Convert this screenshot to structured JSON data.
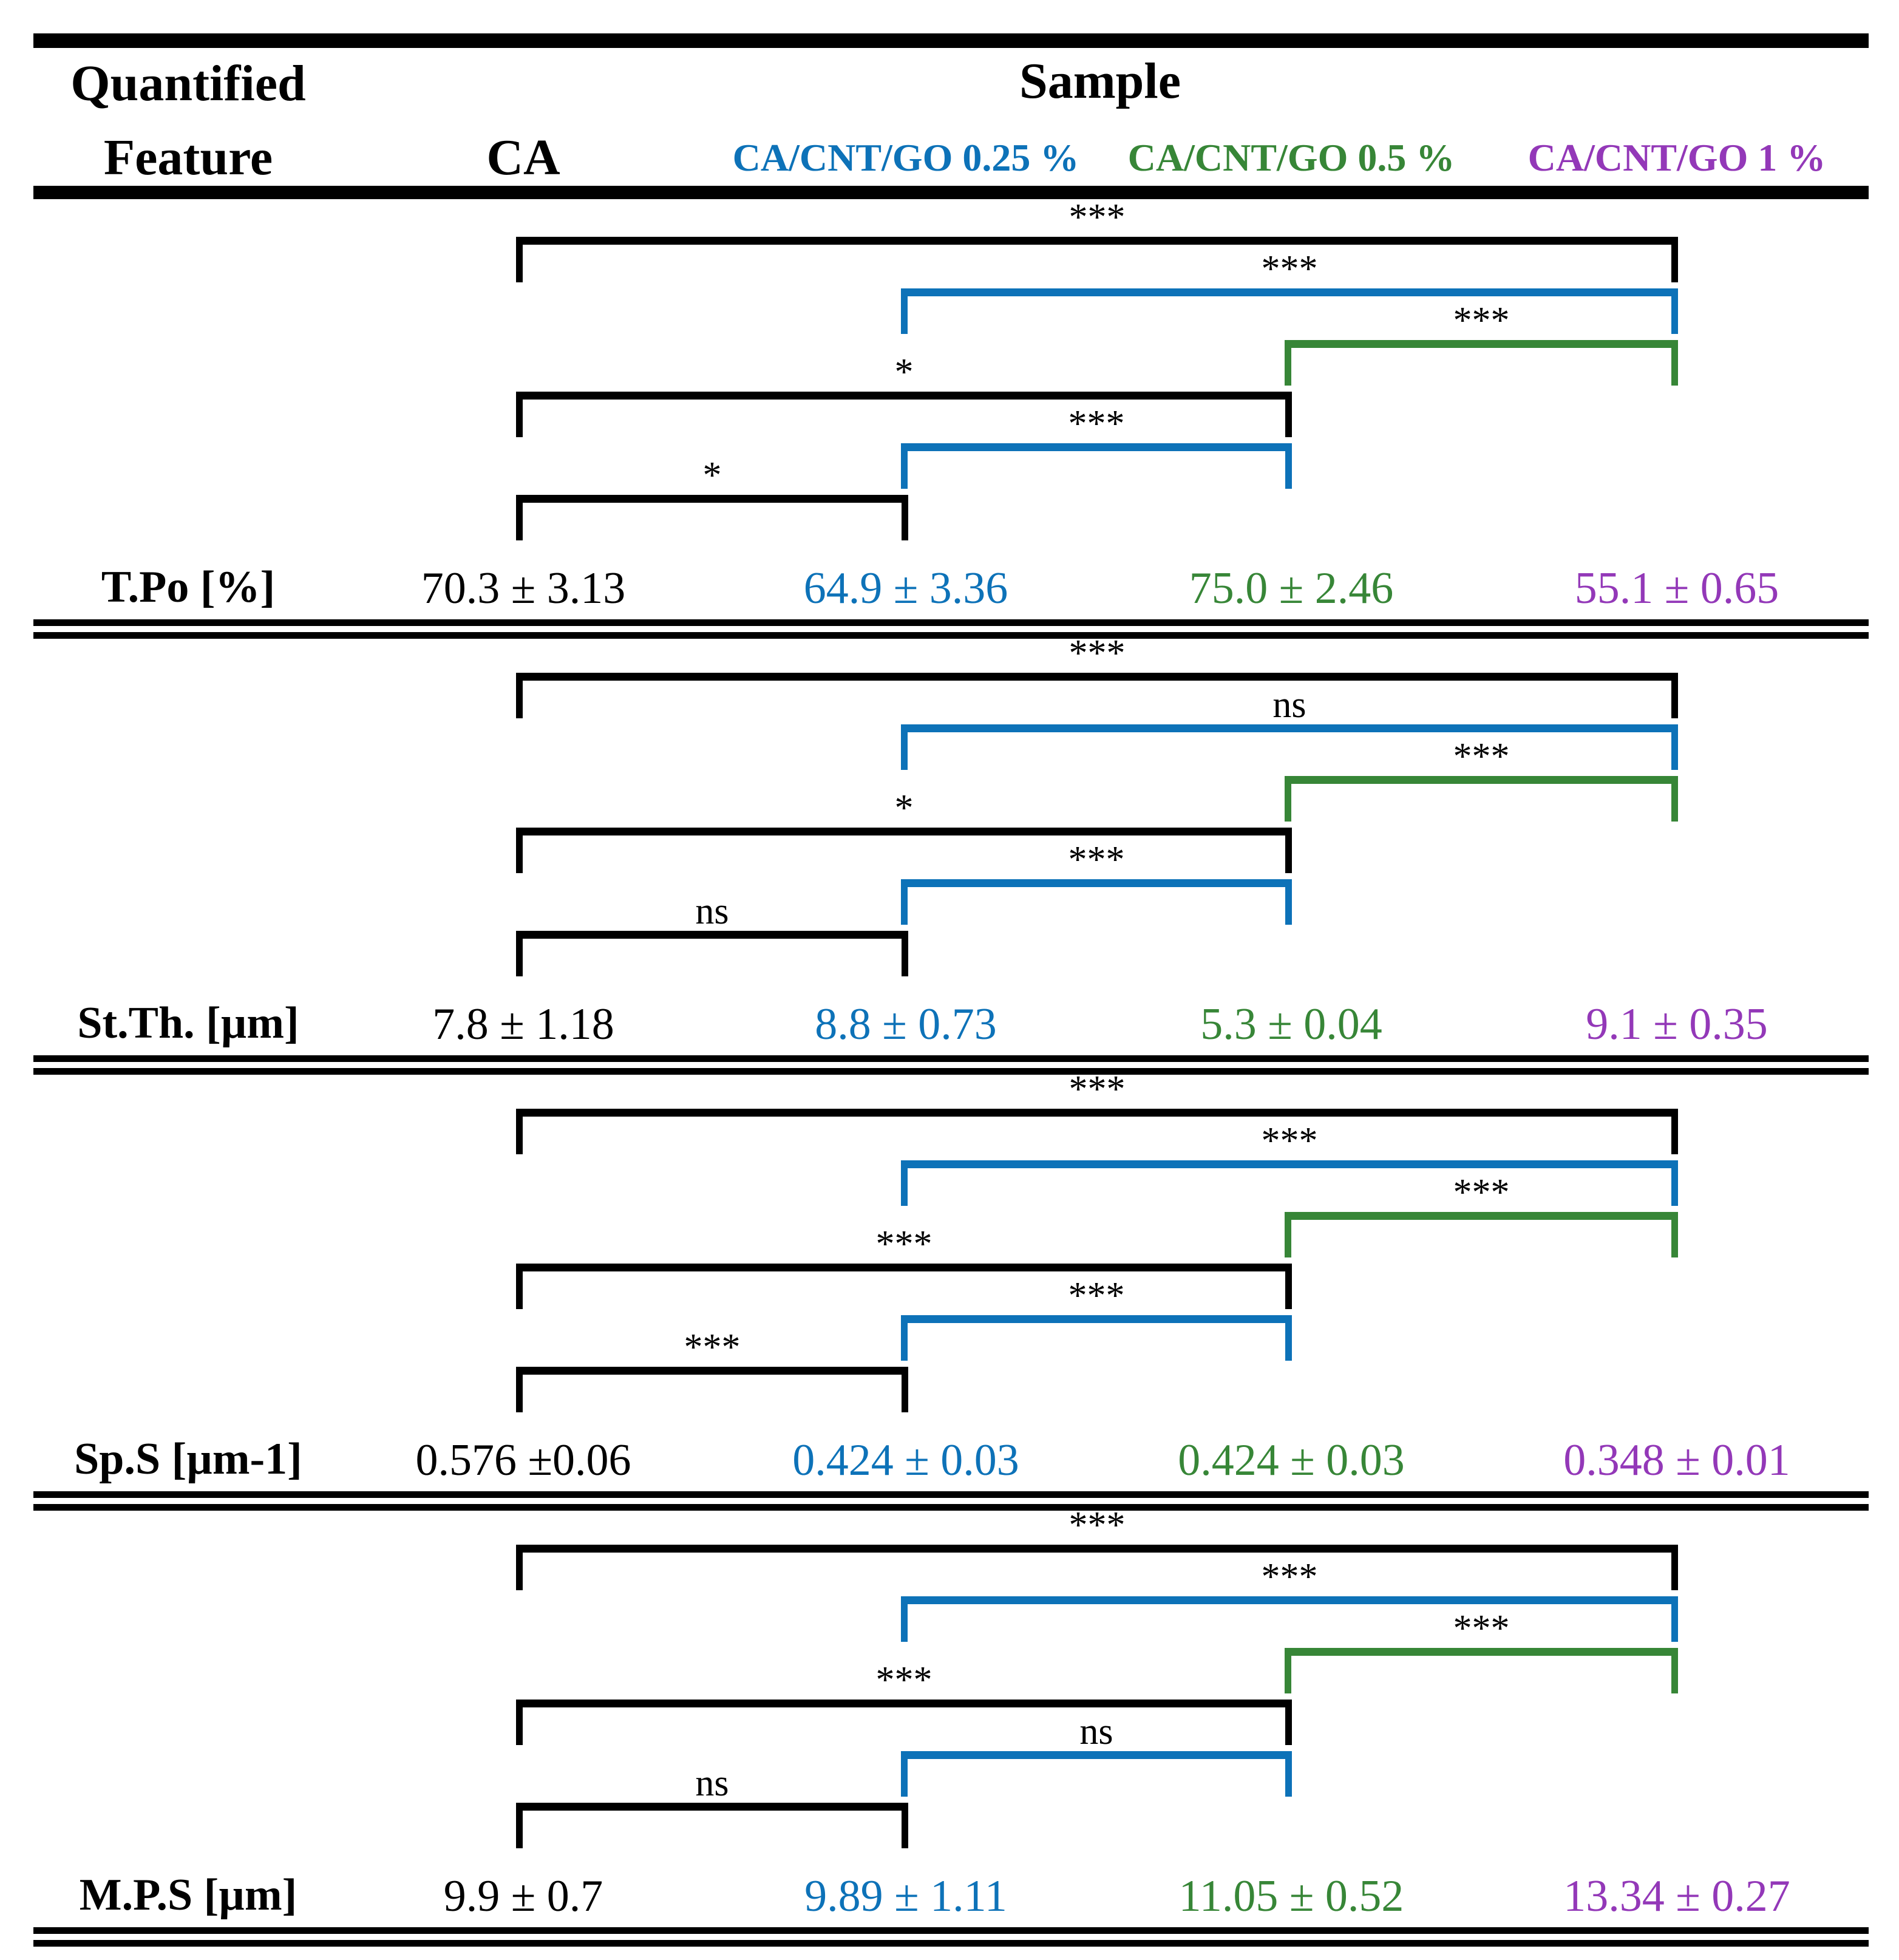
{
  "figure": {
    "header": {
      "feature_line1": "Quantified",
      "feature_line2": "Feature",
      "sample_group_label": "Sample",
      "columns": [
        {
          "label": "CA",
          "color": "#000000"
        },
        {
          "label": "CA/CNT/GO 0.25 %",
          "color": "#0D72B8"
        },
        {
          "label": "CA/CNT/GO 0.5 %",
          "color": "#378637"
        },
        {
          "label": "CA/CNT/GO 1 %",
          "color": "#9338B8"
        }
      ]
    },
    "bracket_colors": {
      "black": "#000000",
      "blue": "#0D72B8",
      "green": "#378637"
    },
    "sections": [
      {
        "feature": "T.Po [%]",
        "values": [
          "70.3 ± 3.13",
          "64.9 ± 3.36",
          "75.0 ± 2.46",
          "55.1 ± 0.65"
        ],
        "brackets": [
          {
            "between": [
              "CA",
              "CA/CNT/GO 1 %"
            ],
            "label": "***"
          },
          {
            "between": [
              "CA/CNT/GO 0.25 %",
              "CA/CNT/GO 1 %"
            ],
            "label": "***"
          },
          {
            "between": [
              "CA/CNT/GO 0.5 %",
              "CA/CNT/GO 1 %"
            ],
            "label": "***"
          },
          {
            "between": [
              "CA",
              "CA/CNT/GO 0.5 %"
            ],
            "label": "*"
          },
          {
            "between": [
              "CA/CNT/GO 0.25 %",
              "CA/CNT/GO 0.5 %"
            ],
            "label": "***"
          },
          {
            "between": [
              "CA",
              "CA/CNT/GO 0.25 %"
            ],
            "label": "*"
          }
        ]
      },
      {
        "feature": "St.Th. [µm]",
        "values": [
          "7.8 ± 1.18",
          "8.8 ± 0.73",
          "5.3 ± 0.04",
          "9.1 ± 0.35"
        ],
        "brackets": [
          {
            "between": [
              "CA",
              "CA/CNT/GO 1 %"
            ],
            "label": "***"
          },
          {
            "between": [
              "CA/CNT/GO 0.25 %",
              "CA/CNT/GO 1 %"
            ],
            "label": "ns"
          },
          {
            "between": [
              "CA/CNT/GO 0.5 %",
              "CA/CNT/GO 1 %"
            ],
            "label": "***"
          },
          {
            "between": [
              "CA",
              "CA/CNT/GO 0.5 %"
            ],
            "label": "*"
          },
          {
            "between": [
              "CA/CNT/GO 0.25 %",
              "CA/CNT/GO 0.5 %"
            ],
            "label": "***"
          },
          {
            "between": [
              "CA",
              "CA/CNT/GO 0.25 %"
            ],
            "label": "ns"
          }
        ]
      },
      {
        "feature": "Sp.S [µm-1]",
        "values": [
          "0.576 ±0.06",
          "0.424 ± 0.03",
          "0.424 ± 0.03",
          "0.348 ± 0.01"
        ],
        "brackets": [
          {
            "between": [
              "CA",
              "CA/CNT/GO 1 %"
            ],
            "label": "***"
          },
          {
            "between": [
              "CA/CNT/GO 0.25 %",
              "CA/CNT/GO 1 %"
            ],
            "label": "***"
          },
          {
            "between": [
              "CA/CNT/GO 0.5 %",
              "CA/CNT/GO 1 %"
            ],
            "label": "***"
          },
          {
            "between": [
              "CA",
              "CA/CNT/GO 0.5 %"
            ],
            "label": "***"
          },
          {
            "between": [
              "CA/CNT/GO 0.25 %",
              "CA/CNT/GO 0.5 %"
            ],
            "label": "***"
          },
          {
            "between": [
              "CA",
              "CA/CNT/GO 0.25 %"
            ],
            "label": "***"
          }
        ]
      },
      {
        "feature": "M.P.S [µm]",
        "values": [
          "9.9 ± 0.7",
          "9.89 ± 1.11",
          "11.05 ± 0.52",
          "13.34 ± 0.27"
        ],
        "brackets": [
          {
            "between": [
              "CA",
              "CA/CNT/GO 1 %"
            ],
            "label": "***"
          },
          {
            "between": [
              "CA/CNT/GO 0.25 %",
              "CA/CNT/GO 1 %"
            ],
            "label": "***"
          },
          {
            "between": [
              "CA/CNT/GO 0.5 %",
              "CA/CNT/GO 1 %"
            ],
            "label": "***"
          },
          {
            "between": [
              "CA",
              "CA/CNT/GO 0.5 %"
            ],
            "label": "***"
          },
          {
            "between": [
              "CA/CNT/GO 0.25 %",
              "CA/CNT/GO 0.5 %"
            ],
            "label": "ns"
          },
          {
            "between": [
              "CA",
              "CA/CNT/GO 0.25 %"
            ],
            "label": "ns"
          }
        ]
      }
    ]
  },
  "chart_data": {
    "type": "table",
    "title": "Sample",
    "columns": [
      "Quantified Feature",
      "CA",
      "CA/CNT/GO 0.25 %",
      "CA/CNT/GO 0.5 %",
      "CA/CNT/GO 1 %"
    ],
    "rows": [
      {
        "feature": "T.Po [%]",
        "means": [
          70.3,
          64.9,
          75.0,
          55.1
        ],
        "sds": [
          3.13,
          3.36,
          2.46,
          0.65
        ]
      },
      {
        "feature": "St.Th. [µm]",
        "means": [
          7.8,
          8.8,
          5.3,
          9.1
        ],
        "sds": [
          1.18,
          0.73,
          0.04,
          0.35
        ]
      },
      {
        "feature": "Sp.S [µm-1]",
        "means": [
          0.576,
          0.424,
          0.424,
          0.348
        ],
        "sds": [
          0.06,
          0.03,
          0.03,
          0.01
        ]
      },
      {
        "feature": "M.P.S [µm]",
        "means": [
          9.9,
          9.89,
          11.05,
          13.34
        ],
        "sds": [
          0.7,
          1.11,
          0.52,
          0.27
        ]
      }
    ],
    "significance_codes": [
      "***",
      "*",
      "ns"
    ]
  }
}
